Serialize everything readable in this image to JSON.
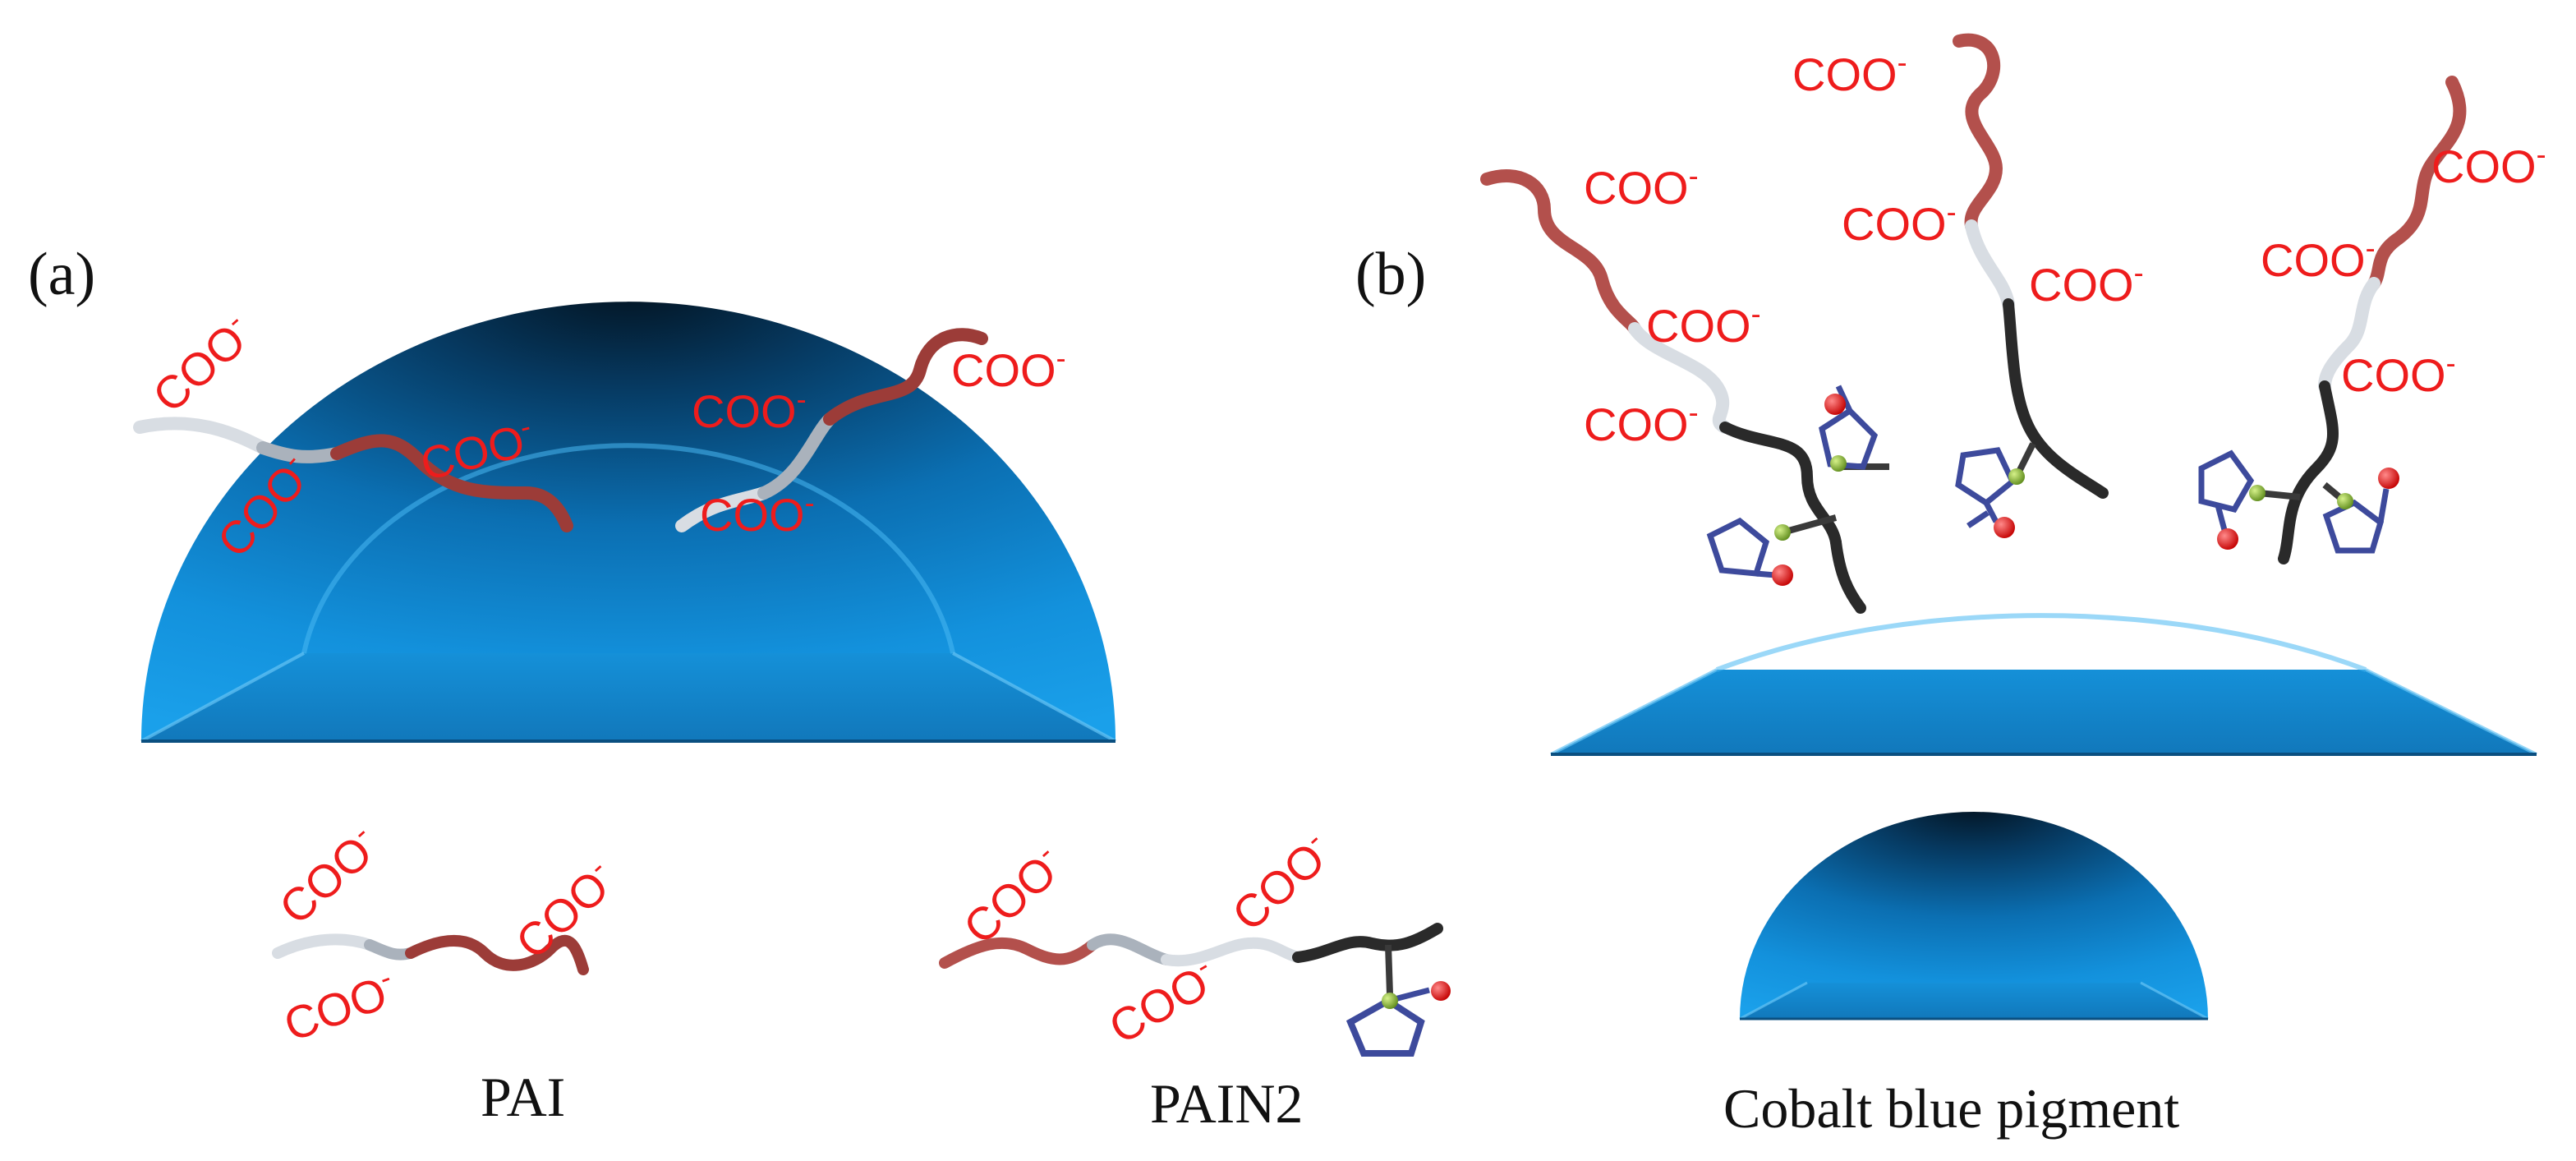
{
  "panel_labels": {
    "a": "(a)",
    "b": "(b)"
  },
  "carboxylate": {
    "base": "COO",
    "charge": "-"
  },
  "legend": {
    "pai": "PAI",
    "pain2": "PAIN2",
    "pigment": "Cobalt blue pigment"
  },
  "colors": {
    "pigment_blue": "#1592dd",
    "pigment_dark": "#062a44",
    "acrylic_segment": "#a0403c",
    "linker_segment": "#d7dde4",
    "pyrrolidone_segment": "#2a2a2a",
    "ring": "#3d4a9c",
    "oxygen": "#ee1111",
    "nitrogen": "#8fc23a",
    "text_red": "#ee1c1c"
  }
}
